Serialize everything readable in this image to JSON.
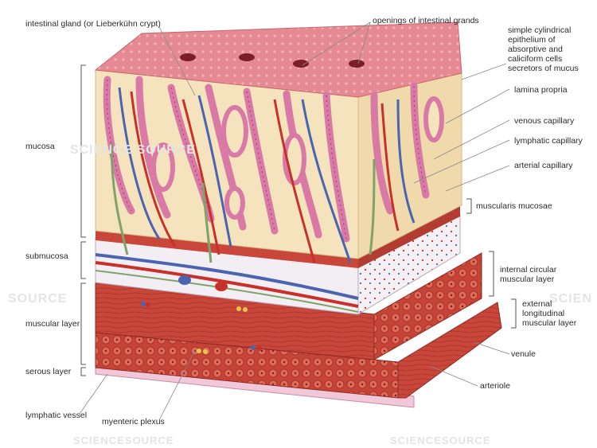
{
  "labels": {
    "intestinal_gland": "intestinal gland (or Lieberkühn crypt)",
    "openings": "openings of intestinal grands",
    "epithelium": "simple cylindrical\nepithelium of\nabsorptive and\ncaliciform cells\nsecretors of mucus",
    "lamina_propria": "lamina propria",
    "venous_capillary": "venous capillary",
    "lymphatic_capillary": "lymphatic capillary",
    "arterial_capillary": "arterial capillary",
    "muscularis_mucosae": "muscularis mucosae",
    "internal_circular": "internal circular\nmuscular layer",
    "external_longitudinal": "external\nlongitudinal\nmuscular layer",
    "venule": "venule",
    "arteriole": "arteriole",
    "mucosa": "mucosa",
    "submucosa": "submucosa",
    "muscular_layer": "muscular layer",
    "serous_layer": "serous layer",
    "lymphatic_vessel": "lymphatic vessel",
    "myenteric_plexus": "myenteric plexus"
  },
  "watermarks": {
    "center": "SCIENCE SOURCE",
    "left": "SOURCE",
    "right": "SCIEN",
    "bottom_left": "SCIENCESOURCE",
    "bottom_right": "SCIENCESOURCE"
  },
  "colors": {
    "villus_top": "#e58a92",
    "lamina": "#f5e3bd",
    "epithelium": "#d97aa6",
    "muscle": "#c94a3a",
    "vein": "#4a64b0",
    "artery": "#c8302a",
    "lymph": "#7fa36a",
    "serosa": "#f1c8da"
  }
}
